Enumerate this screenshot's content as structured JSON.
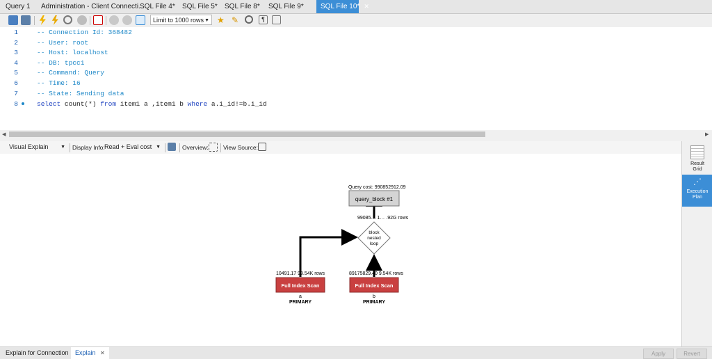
{
  "tabs": [
    {
      "label": "Query 1"
    },
    {
      "label": "Administration - Client Connecti..."
    },
    {
      "label": "SQL File 4*"
    },
    {
      "label": "SQL File 5*"
    },
    {
      "label": "SQL File 8*"
    },
    {
      "label": "SQL File 9*"
    },
    {
      "label": "SQL File 10*",
      "close": "✕"
    }
  ],
  "toolbar": {
    "limit_select": "Limit to 1000 rows"
  },
  "editor": {
    "lines": [
      {
        "n": "1",
        "text": "-- Connection Id: 368482"
      },
      {
        "n": "2",
        "text": "-- User: root"
      },
      {
        "n": "3",
        "text": "-- Host: localhost"
      },
      {
        "n": "4",
        "text": "-- DB: tpcc1"
      },
      {
        "n": "5",
        "text": "-- Command: Query"
      },
      {
        "n": "6",
        "text": "-- Time: 16"
      },
      {
        "n": "7",
        "text": "-- State: Sending data"
      },
      {
        "n": "8",
        "kw1": "select",
        "t1": " count(*) ",
        "kw2": "from",
        "t2": " item1 a ,item1 b ",
        "kw3": "where",
        "t3": " a.i_id!=b.i_id"
      }
    ]
  },
  "explain_bar": {
    "mode": "Visual Explain",
    "display_info_label": "Display Info:",
    "display_info_value": "Read + Eval cost",
    "overview_label": "Overview:",
    "view_source_label": "View Source:"
  },
  "diagram": {
    "query_cost": "Query cost: 990852912.09",
    "query_block": "query_block #1",
    "nested_loop_stats": "99085… 1… .92G rows",
    "nested_loop_label": [
      "block",
      "nested",
      "loop"
    ],
    "scan_a": {
      "stats": "10491.17  99.54K rows",
      "label": "Full Index Scan",
      "table": "a",
      "key": "PRIMARY"
    },
    "scan_b": {
      "stats": "89175829.40  9.54K rows",
      "label": "Full Index Scan",
      "table": "b",
      "key": "PRIMARY"
    }
  },
  "right_panel": {
    "result_grid": [
      "Result",
      "Grid"
    ],
    "execution_plan": [
      "Execution",
      "Plan"
    ]
  },
  "bottom": {
    "tab1": "Explain for Connection",
    "tab2": "Explain",
    "tab2_close": "✕",
    "apply": "Apply",
    "revert": "Revert"
  },
  "colors": {
    "accent": "#3c8ed6",
    "scan_red": "#c94040",
    "query_block_gray": "#d4d4d4"
  }
}
